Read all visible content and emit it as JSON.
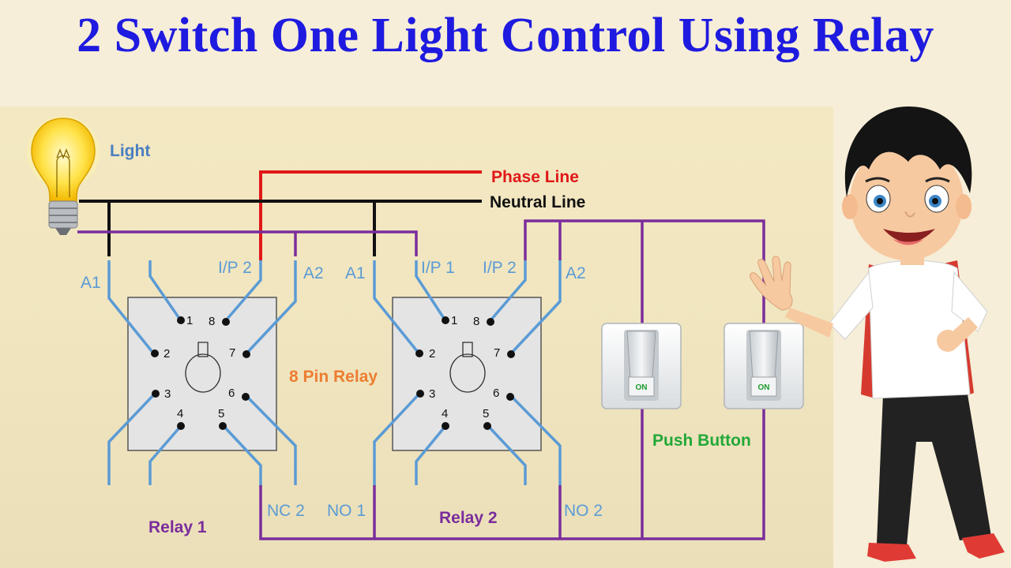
{
  "title": "2 Switch One Light Control Using Relay",
  "labels": {
    "light": "Light",
    "phase_line": "Phase Line",
    "neutral_line": "Neutral Line",
    "eight_pin_relay": "8 Pin Relay",
    "push_button": "Push Button",
    "relay1": "Relay 1",
    "relay2": "Relay 2",
    "a1": "A1",
    "a2": "A2",
    "ip1": "I/P 1",
    "ip2": "I/P 2",
    "nc2": "NC 2",
    "no1": "NO 1",
    "no2": "NO 2",
    "switch_on": "ON"
  },
  "pins": [
    "1",
    "2",
    "3",
    "4",
    "5",
    "6",
    "7",
    "8"
  ],
  "colors": {
    "title": "#1f1adf",
    "phase": "#e01818",
    "neutral": "#111111",
    "purple": "#7a2d9c",
    "blue": "#5b9bd5",
    "light_label": "#4a7fc1",
    "relay_label": "#7a2d9c",
    "eight_pin_label": "#ed7d31",
    "push_button_label": "#22a838",
    "on_text": "#1a9a2a"
  },
  "icons": [
    "light-bulb-icon",
    "boy-character-illustration",
    "switch-icon"
  ]
}
